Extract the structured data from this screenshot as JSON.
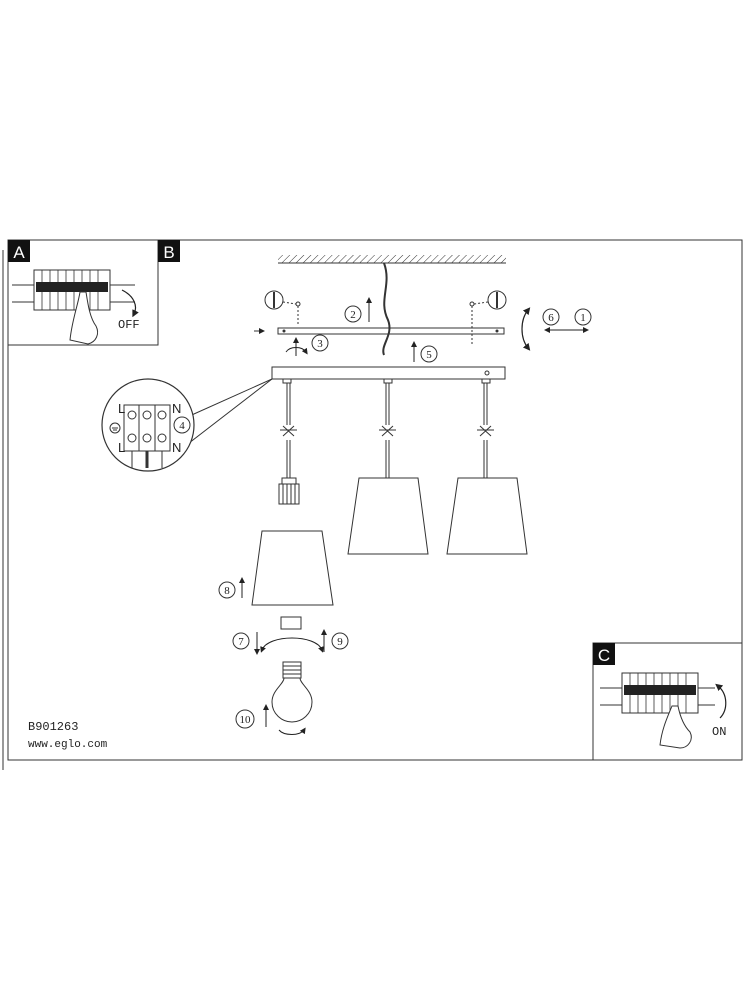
{
  "panels": {
    "a": {
      "letter": "A",
      "state_label": "OFF"
    },
    "b": {
      "letter": "B"
    },
    "c": {
      "letter": "C",
      "state_label": "ON"
    }
  },
  "steps": [
    "1",
    "2",
    "3",
    "4",
    "5",
    "6",
    "7",
    "8",
    "9",
    "10"
  ],
  "terminal": {
    "left_top": "L",
    "right_top": "N",
    "left_bottom": "L",
    "right_bottom": "N"
  },
  "footer": {
    "model": "B901263",
    "website": "www.eglo.com"
  },
  "colors": {
    "line": "#222222",
    "panel_letter_bg": "#111111",
    "panel_letter_fg": "#ffffff"
  }
}
